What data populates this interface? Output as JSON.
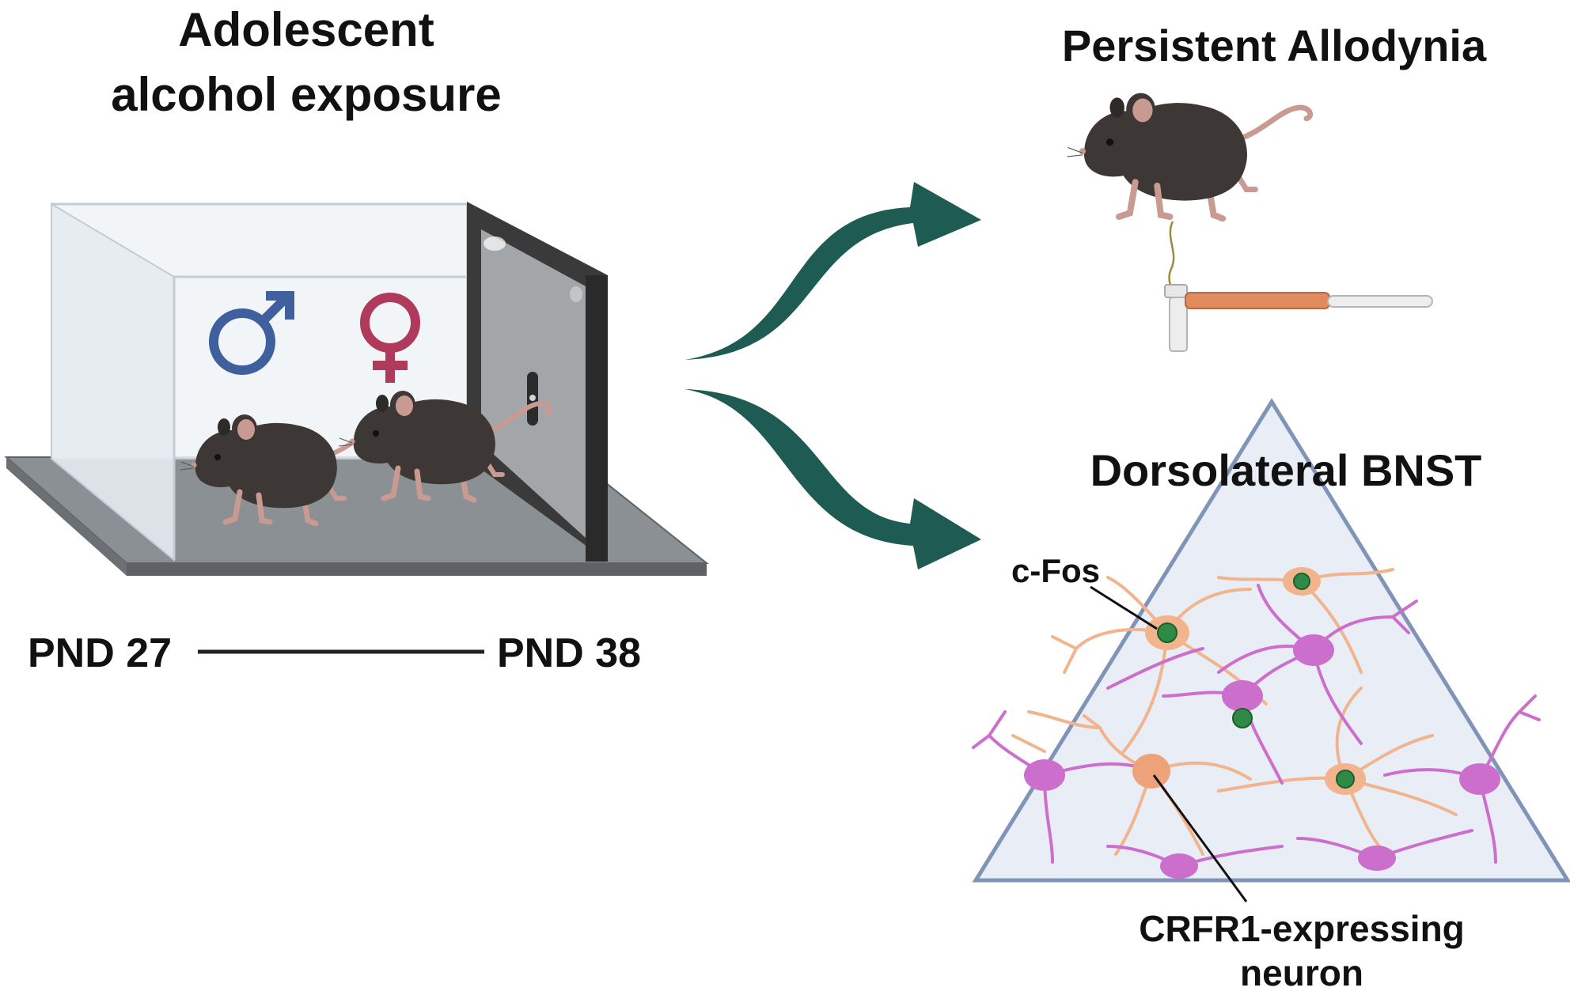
{
  "left_panel": {
    "title_line1": "Adolescent",
    "title_line2": "alcohol exposure",
    "timeline_start": "PND 27",
    "timeline_end": "PND 38",
    "male_symbol": "♂",
    "female_symbol": "♀"
  },
  "top_right": {
    "title": "Persistent Allodynia"
  },
  "bottom_right": {
    "title": "Dorsolateral BNST",
    "label_cfos": "c-Fos",
    "label_neuron_line1": "CRFR1-expressing",
    "label_neuron_line2": "neuron"
  },
  "colors": {
    "male": "#3f5f9e",
    "female": "#b03a5b",
    "arrow": "#1e5b52",
    "mouse_body": "#3d3835",
    "mouse_skin": "#c99a92",
    "cage_floor": "#8b9095",
    "cage_frame": "#3a3a3a",
    "triangle_fill": "#e9edf5",
    "triangle_stroke": "#8094b8",
    "neuron_orange": "#f1b48d",
    "neuron_purple": "#cc6fcc",
    "cfos_green": "#2f8a45",
    "filament_orange": "#e08a5e"
  },
  "icons": [
    "male-symbol-icon",
    "female-symbol-icon",
    "mouse-icon",
    "von-frey-filament-icon",
    "curved-arrow-icon",
    "neuron-icon"
  ]
}
